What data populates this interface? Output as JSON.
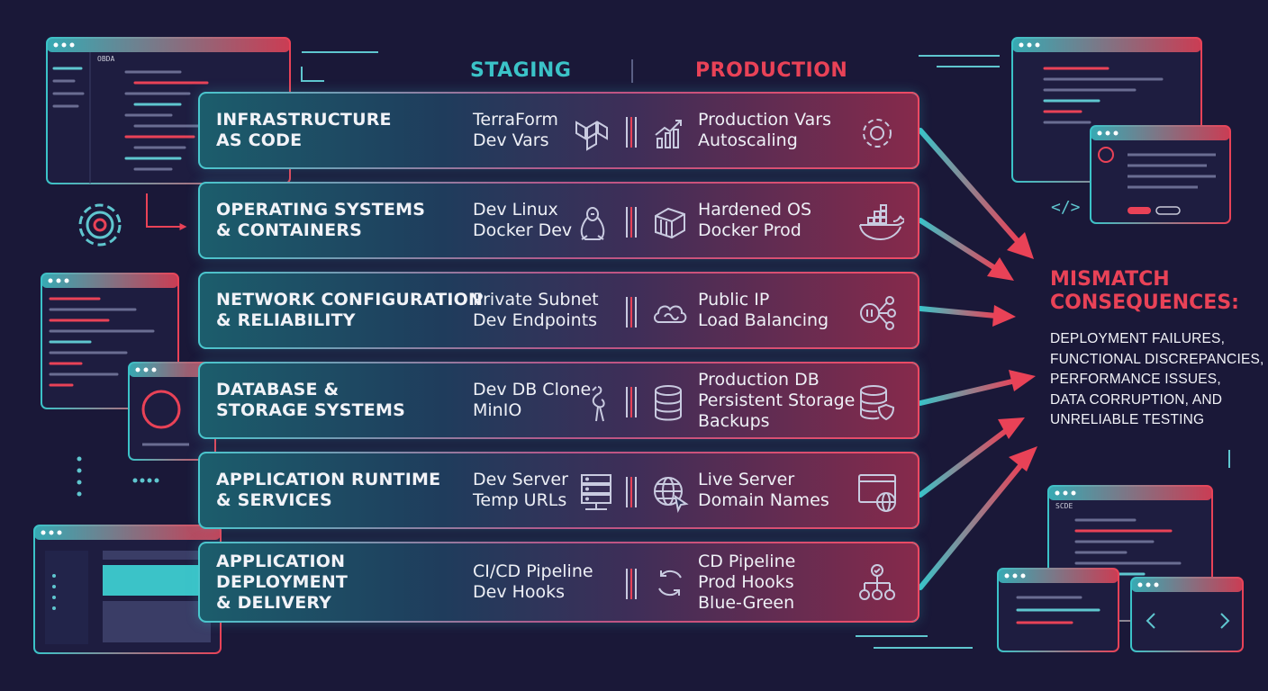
{
  "columns": {
    "staging": "STAGING",
    "production": "PRODUCTION"
  },
  "colors": {
    "staging": "#3bc3c8",
    "production": "#e94257",
    "background": "#1a1838"
  },
  "rows": [
    {
      "title": [
        "INFRASTRUCTURE",
        "AS CODE"
      ],
      "staging": [
        "TerraForm",
        "Dev Vars"
      ],
      "production": [
        "Production Vars",
        "Autoscaling"
      ],
      "icons": {
        "staging": "terraform-icon",
        "production_left": "growth-chart-icon",
        "production_right": "gear-icon"
      }
    },
    {
      "title": [
        "OPERATING SYSTEMS",
        "& CONTAINERS"
      ],
      "staging": [
        "Dev Linux",
        "Docker Dev"
      ],
      "production": [
        "Hardened OS",
        "Docker Prod"
      ],
      "icons": {
        "staging": "linux-penguin-icon",
        "production_left": "container-icon",
        "production_right": "docker-whale-icon"
      }
    },
    {
      "title": [
        "NETWORK CONFIGURATION",
        "& RELIABILITY"
      ],
      "staging": [
        "Private Subnet",
        "Dev Endpoints"
      ],
      "production": [
        "Public IP",
        "Load Balancing"
      ],
      "icons": {
        "staging": "",
        "production_left": "cloud-icon",
        "production_right": "load-balancer-icon"
      }
    },
    {
      "title": [
        "DATABASE &",
        "STORAGE SYSTEMS"
      ],
      "staging": [
        "Dev DB Clone",
        "MinIO"
      ],
      "production": [
        "Production DB",
        "Persistent Storage",
        "Backups"
      ],
      "icons": {
        "staging": "flamingo-icon",
        "production_left": "database-icon",
        "production_right": "secure-database-icon"
      }
    },
    {
      "title": [
        "APPLICATION RUNTIME",
        "& SERVICES"
      ],
      "staging": [
        "Dev Server",
        "Temp URLs"
      ],
      "production": [
        "Live Server",
        "Domain Names"
      ],
      "icons": {
        "staging": "server-rack-icon",
        "production_left": "globe-cursor-icon",
        "production_right": "browser-globe-icon"
      }
    },
    {
      "title": [
        "APPLICATION",
        "DEPLOYMENT",
        "& DELIVERY"
      ],
      "staging": [
        "CI/CD Pipeline",
        "Dev Hooks"
      ],
      "production": [
        "CD Pipeline",
        "Prod Hooks",
        "Blue-Green"
      ],
      "icons": {
        "staging": "",
        "production_left": "sync-arrows-icon",
        "production_right": "deployment-tree-icon"
      }
    }
  ],
  "mismatch": {
    "title": [
      "MISMATCH",
      "CONSEQUENCES:"
    ],
    "items": [
      "DEPLOYMENT FAILURES,",
      "FUNCTIONAL DISCREPANCIES,",
      "PERFORMANCE ISSUES,",
      "DATA CORRUPTION, AND",
      "UNRELIABLE TESTING"
    ]
  },
  "decor": {
    "tab_label_left": "OBDA",
    "tab_label_right": "SCDE",
    "code_icon": "</>"
  }
}
